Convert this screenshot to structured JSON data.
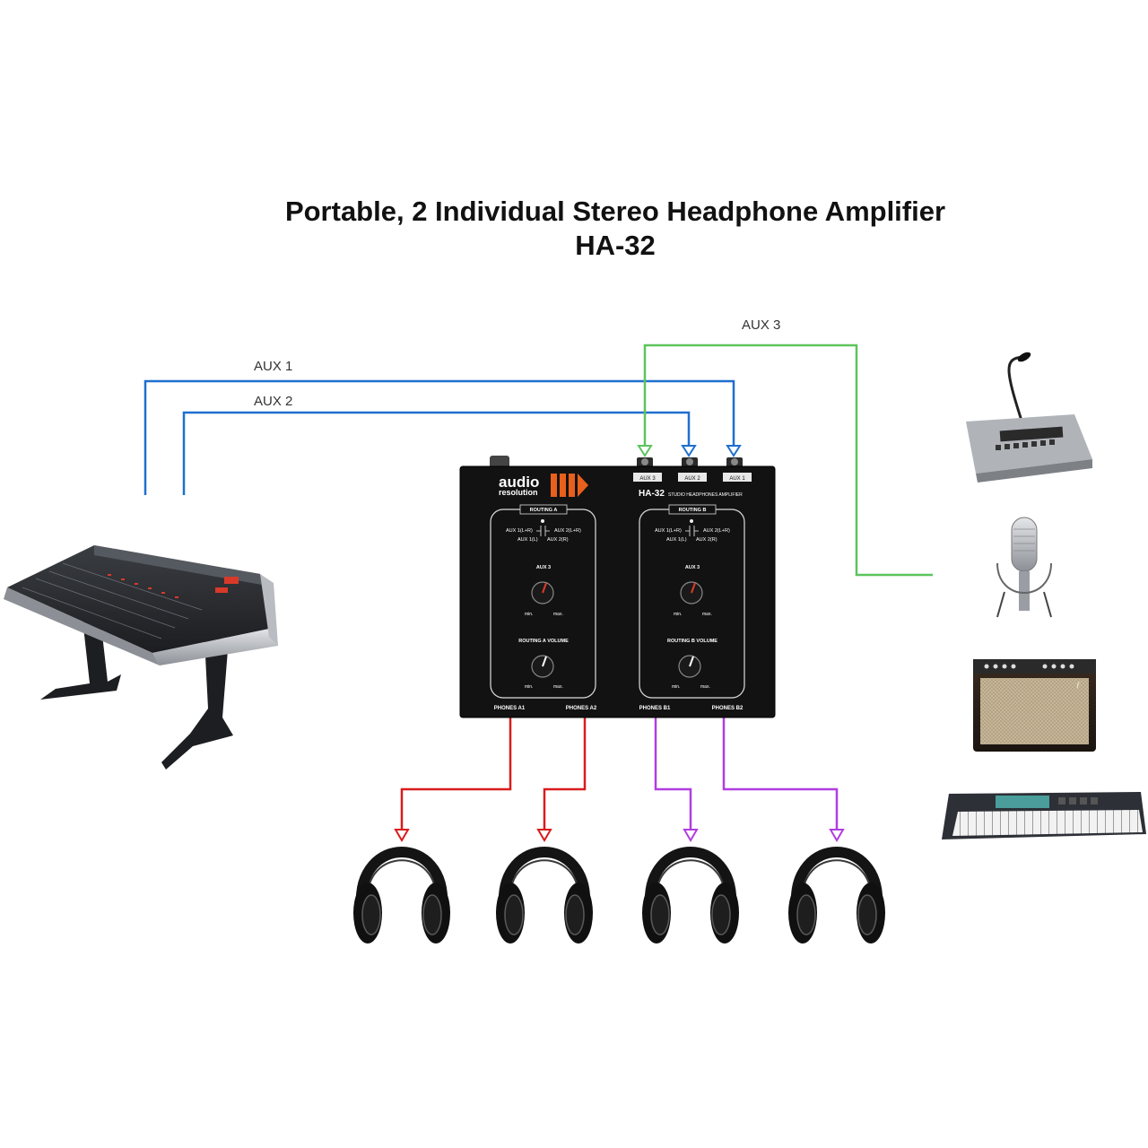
{
  "title": {
    "line1": "Portable, 2 Individual Stereo Headphone Amplifier",
    "line2": "HA-32"
  },
  "cables": {
    "aux1": "AUX 1",
    "aux2": "AUX 2",
    "aux3": "AUX 3"
  },
  "colors": {
    "aux1_aux2": "#1f6fcf",
    "aux3": "#5cc45c",
    "phones_a": "#d91c1c",
    "phones_b": "#b13de0"
  },
  "device": {
    "brand_line1": "audio",
    "brand_line2": "resolution",
    "model": "HA-32",
    "model_desc": "STUDIO HEADPHONES AMPLIFIER",
    "inputs": [
      "AUX 3",
      "AUX 2",
      "AUX 1"
    ],
    "routing_a": {
      "title": "ROUTING A",
      "route_left_top": "AUX 1(L+R)",
      "route_right_top": "AUX 2(L+R)",
      "route_left_bottom": "AUX 1(L)",
      "route_right_bottom": "AUX 2(R)",
      "aux3_label": "AUX 3",
      "volume_label": "ROUTING A VOLUME",
      "min": "min.",
      "max": "max."
    },
    "routing_b": {
      "title": "ROUTING B",
      "route_left_top": "AUX 1(L+R)",
      "route_right_top": "AUX 2(L+R)",
      "route_left_bottom": "AUX 1(L)",
      "route_right_bottom": "AUX 2(R)",
      "aux3_label": "AUX 3",
      "volume_label": "ROUTING B VOLUME",
      "min": "min.",
      "max": "max."
    },
    "outputs": [
      "PHONES A1",
      "PHONES A2",
      "PHONES B1",
      "PHONES B2"
    ]
  },
  "icons": {
    "mixer": "mixing-console-icon",
    "sources": [
      "paging-microphone-icon",
      "studio-microphone-icon",
      "guitar-amplifier-icon",
      "keyboard-synth-icon"
    ],
    "headphones": "headphones-icon"
  }
}
